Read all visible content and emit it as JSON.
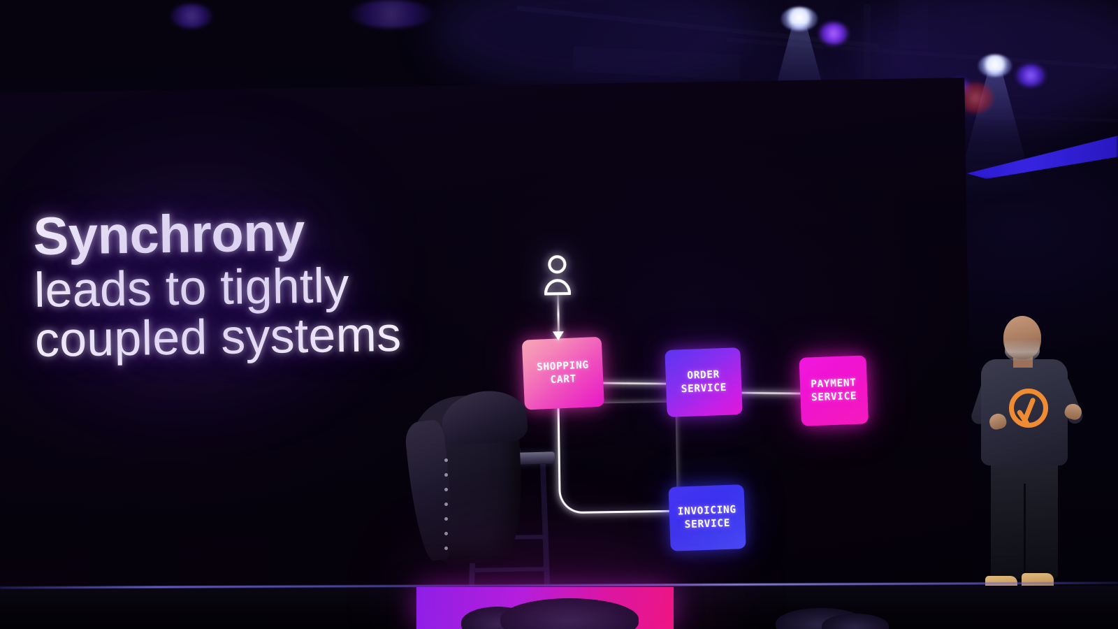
{
  "scene": {
    "type": "conference-keynote-photo",
    "venue_lighting": "dark stage with purple and blue accent lighting"
  },
  "slide": {
    "headline": {
      "lead": "Synchrony",
      "rest_line_1": "leads to tightly",
      "rest_line_2": "coupled systems"
    },
    "diagram": {
      "actor": {
        "icon": "person-icon",
        "label": ""
      },
      "nodes": [
        {
          "id": "shopping-cart",
          "line1": "SHOPPING",
          "line2": "CART",
          "color_start": "#f7a6b8",
          "color_end": "#e915c8"
        },
        {
          "id": "order-service",
          "line1": "ORDER",
          "line2": "SERVICE",
          "color_start": "#5b35f0",
          "color_end": "#e216d8"
        },
        {
          "id": "payment-service",
          "line1": "PAYMENT",
          "line2": "SERVICE",
          "color_start": "#f117e0",
          "color_end": "#f41bbe"
        },
        {
          "id": "invoicing-service",
          "line1": "INVOICING",
          "line2": "SERVICE",
          "color_start": "#4636f2",
          "color_end": "#4a48f3"
        }
      ],
      "links": [
        {
          "from": "actor",
          "to": "shopping-cart",
          "style": "arrow-down"
        },
        {
          "from": "shopping-cart",
          "to": "order-service",
          "style": "straight"
        },
        {
          "from": "order-service",
          "to": "payment-service",
          "style": "straight"
        },
        {
          "from": "shopping-cart",
          "to": "invoicing-service",
          "style": "elbow"
        }
      ],
      "line_color": "#ffffff"
    },
    "background_color": "#07020f",
    "text_color": "#f3eefc"
  },
  "stage": {
    "speaker": {
      "shirt_logo": "lambda-icon",
      "shirt_logo_color": "#ef8b33",
      "shirt_color": "#2e2e41",
      "boots_color": "#c89c5d"
    },
    "props": {
      "stool": "bar-stool",
      "jacket": "draped-jacket"
    },
    "front_panel_gradient_start": "#8d1fe8",
    "front_panel_gradient_end": "#f5157d",
    "edge_light_color": "#7a6eeb"
  },
  "rig": {
    "spotlights": [
      {
        "id": "spot-1",
        "color": "#ffffff"
      },
      {
        "id": "spot-2",
        "color": "#ffffff"
      }
    ],
    "leds": [
      {
        "id": "led-1",
        "color": "#8a4bff"
      },
      {
        "id": "led-2",
        "color": "#7b3fe4"
      },
      {
        "id": "led-3",
        "color": "#9b59ff"
      },
      {
        "id": "led-4",
        "color": "#c03050"
      }
    ]
  }
}
